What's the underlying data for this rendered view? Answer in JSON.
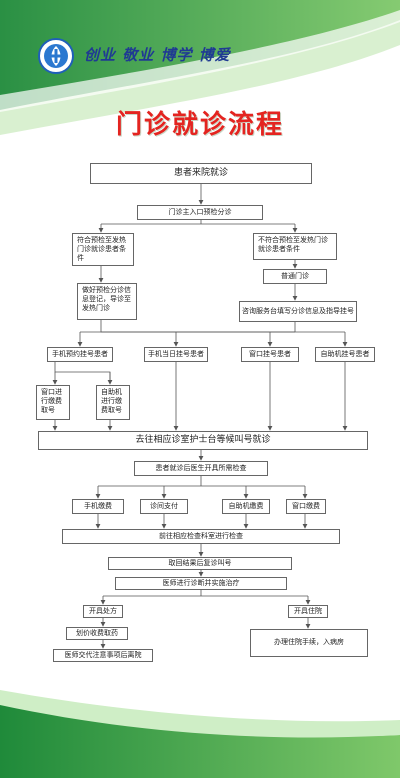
{
  "header": {
    "slogan": "创业 敬业 博学 博爱",
    "title": "门诊就诊流程"
  },
  "flow": {
    "start": "患者来院就诊",
    "triage": "门诊主入口预检分诊",
    "fever_yes": "符合预检至发热门诊就诊患者条件",
    "fever_no": "不符合预检至发热门诊就诊患者条件",
    "fever_action": "做好预检分诊信息登记，导诊至发热门诊",
    "general": "普通门诊",
    "consult": "咨询服务台填写分诊信息及指导挂号",
    "reg_mobile": "手机预约挂号患者",
    "reg_today": "手机当日挂号患者",
    "reg_window": "窗口挂号患者",
    "reg_kiosk": "自助机挂号患者",
    "window_pay": "窗口进行缴费取号",
    "kiosk_pay": "自助机进行缴费取号",
    "nurse_station": "去往相应诊室护士台等候叫号就诊",
    "doctor_exam": "患者就诊后医生开具所需检查",
    "pay_mobile": "手机缴费",
    "pay_clinic": "诊间支付",
    "pay_kiosk": "自助机缴费",
    "pay_window": "窗口缴费",
    "exam": "前往相应检查科室进行检查",
    "results": "取回结果后复诊叫号",
    "diagnosis": "医师进行诊断并实施治疗",
    "prescription": "开具处方",
    "pharmacy": "划价收费取药",
    "advice": "医师交代注意事项后离院",
    "hospitalize": "开具住院",
    "admission": "办理住院手续，入病房"
  },
  "colors": {
    "title": "#e42420",
    "slogan": "#1f3a93",
    "green": "#2e9b3e"
  }
}
